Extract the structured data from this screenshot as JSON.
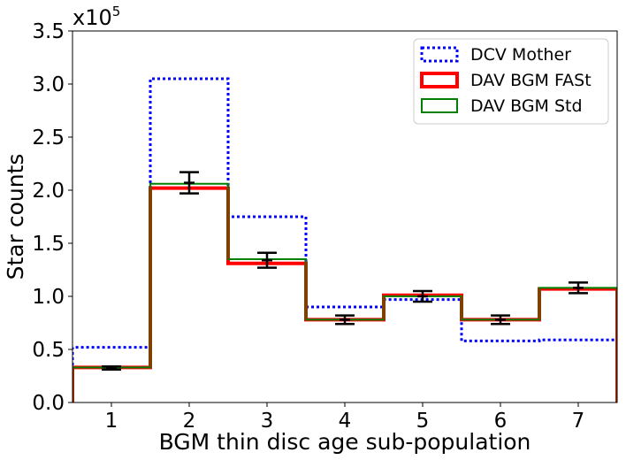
{
  "chart_data": {
    "type": "histogram-step",
    "xlabel": "BGM thin disc age sub-population",
    "ylabel": "Star counts",
    "y_multiplier_base": "x10",
    "y_multiplier_exp": "5",
    "xlim": [
      0.5,
      7.5
    ],
    "ylim": [
      0,
      3.5
    ],
    "x_ticks": [
      1,
      2,
      3,
      4,
      5,
      6,
      7
    ],
    "y_ticks": [
      0.0,
      0.5,
      1.0,
      1.5,
      2.0,
      2.5,
      3.0,
      3.5
    ],
    "x_tick_labels": [
      "1",
      "2",
      "3",
      "4",
      "5",
      "6",
      "7"
    ],
    "y_tick_labels": [
      "0.0",
      "0.5",
      "1.0",
      "1.5",
      "2.0",
      "2.5",
      "3.0",
      "3.5"
    ],
    "categories": [
      1,
      2,
      3,
      4,
      5,
      6,
      7
    ],
    "series": [
      {
        "name": "DCV Mother",
        "values": [
          0.52,
          3.05,
          1.75,
          0.9,
          0.97,
          0.58,
          0.59
        ],
        "color": "#0000ff",
        "style": "dotted"
      },
      {
        "name": "DAV BGM FASt",
        "values": [
          0.33,
          2.02,
          1.31,
          0.78,
          1.01,
          0.78,
          1.07
        ],
        "color": "#ff0000",
        "style": "solid-thick"
      },
      {
        "name": "DAV BGM Std",
        "values": [
          0.33,
          2.06,
          1.35,
          0.78,
          1.0,
          0.78,
          1.08
        ],
        "color": "#008000",
        "style": "solid"
      }
    ],
    "error_bars": {
      "x": [
        1,
        2,
        3,
        4,
        5,
        6,
        7
      ],
      "center": [
        0.325,
        2.07,
        1.34,
        0.78,
        1.0,
        0.78,
        1.08
      ],
      "low": [
        0.31,
        1.97,
        1.27,
        0.74,
        0.95,
        0.74,
        1.03
      ],
      "high": [
        0.34,
        2.17,
        1.41,
        0.82,
        1.05,
        0.82,
        1.13
      ],
      "color": "#000000"
    },
    "legend_position": "top-right",
    "grid": false
  }
}
